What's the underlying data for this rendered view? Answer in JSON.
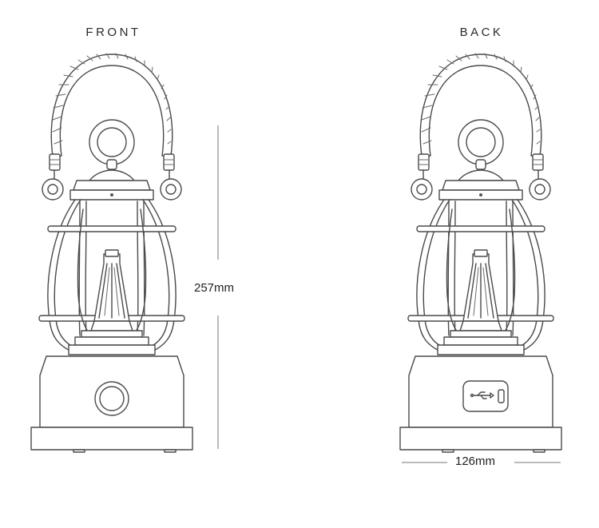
{
  "views": {
    "front": {
      "label": "FRONT"
    },
    "back": {
      "label": "BACK"
    }
  },
  "dimensions": {
    "height": "257mm",
    "width": "126mm"
  }
}
